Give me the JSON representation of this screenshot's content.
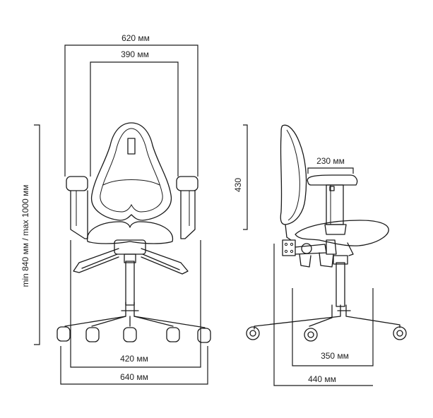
{
  "dimensions": {
    "front_armrest_width": "620 мм",
    "front_back_width": "390 мм",
    "front_seat_width": "420 мм",
    "front_base_width": "640 мм",
    "front_height_range": "min 840 мм / max 1000 мм",
    "side_back_height": "430",
    "side_armrest_depth": "230 мм",
    "side_seat_depth": "350 мм",
    "side_base_depth": "440 мм"
  },
  "colors": {
    "line": "#1a1a1a",
    "background": "#ffffff"
  }
}
